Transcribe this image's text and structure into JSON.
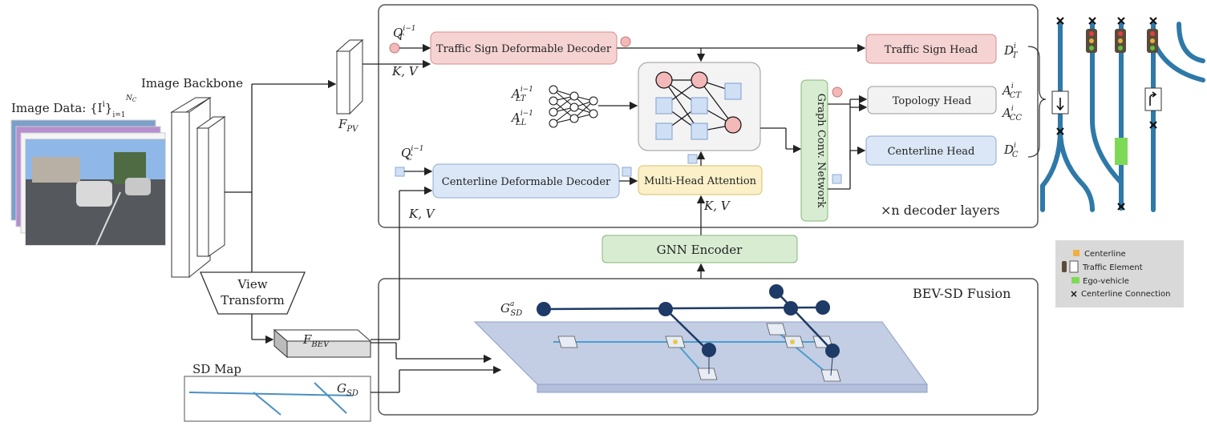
{
  "inputs": {
    "image_data_label": "Image Data: {I",
    "image_data_sup": "i",
    "image_data_close": "}",
    "image_data_sub": "i=1",
    "image_data_nc": "N",
    "image_data_nc_sub": "C",
    "image_backbone": "Image Backbone",
    "view_transform_line1": "View",
    "view_transform_line2": "Transform",
    "sd_map": "SD Map"
  },
  "features": {
    "f_pv": "F",
    "f_pv_sub": "PV",
    "f_bev": "F",
    "f_bev_sub": "BEV",
    "g_sd": "G",
    "g_sd_sub": "SD",
    "g_sd_a": "G",
    "g_sd_a_sup": "a",
    "g_sd_a_sub": "SD"
  },
  "decoder": {
    "q_t": "Q",
    "q_t_sub": "T",
    "q_t_sup": "i−1",
    "q_c": "Q",
    "q_c_sub": "C",
    "q_c_sup": "i−1",
    "kv_top": "K, V",
    "kv_bottom": "K, V",
    "kv_mha": "K, V",
    "traffic_sign_decoder": "Traffic Sign Deformable Decoder",
    "centerline_decoder": "Centerline Deformable Decoder",
    "mha": "Multi-Head Attention",
    "gcn_line1": "Graph Conv. Network",
    "a_lt": "A",
    "a_lt_sub": "LT",
    "a_lt_sup": "i−1",
    "a_ll": "A",
    "a_ll_sub": "LL",
    "a_ll_sup": "i−1",
    "layers_note": "×n decoder layers"
  },
  "heads": {
    "traffic_sign_head": "Traffic Sign Head",
    "topology_head": "Topology Head",
    "centerline_head": "Centerline Head",
    "d_t": "D",
    "d_t_sub": "T",
    "d_t_sup": "i",
    "a_ct": "A",
    "a_ct_sub": "CT",
    "a_ct_sup": "i",
    "a_cc": "A",
    "a_cc_sub": "CC",
    "a_cc_sup": "i",
    "d_c": "D",
    "d_c_sub": "C",
    "d_c_sup": "i"
  },
  "gnn": {
    "encoder": "GNN Encoder"
  },
  "fusion": {
    "title": "BEV-SD Fusion"
  },
  "legend": {
    "items": [
      "Centerline",
      "Traffic Element",
      "Ego-vehicle",
      "Centerline Connection"
    ]
  },
  "colors": {
    "traffic_pink": "#f6d3d3",
    "traffic_pink_border": "#d88b8b",
    "centerline_blue": "#dbe7f6",
    "centerline_blue_border": "#8eaad4",
    "mha_yellow": "#fbf0c8",
    "mha_yellow_border": "#d9bf6a",
    "gcn_green": "#d8ecd2",
    "gcn_green_border": "#87b77a",
    "lane_blue": "#2e79a8",
    "node_navy": "#1e3a66",
    "ego_green": "#7ed957",
    "legend_bg": "#d9d9d9"
  }
}
